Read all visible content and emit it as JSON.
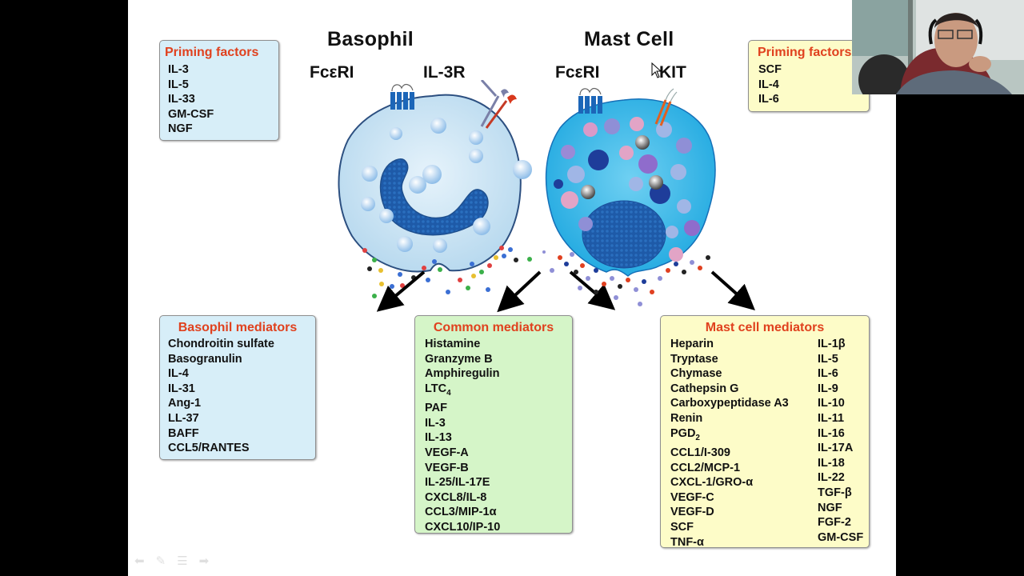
{
  "slide": {
    "basophil": {
      "title": "Basophil",
      "receptors": [
        "FcεRI",
        "IL-3R"
      ],
      "priming": {
        "title": "Priming factors",
        "items": [
          "IL-3",
          "IL-5",
          "IL-33",
          "GM-CSF",
          "NGF"
        ]
      },
      "mediators": {
        "title": "Basophil mediators",
        "items": [
          "Chondroitin sulfate",
          "Basogranulin",
          "IL-4",
          "IL-31",
          "Ang-1",
          "LL-37",
          "BAFF",
          "CCL5/RANTES"
        ]
      }
    },
    "mast_cell": {
      "title": "Mast Cell",
      "receptors": [
        "FcεRI",
        "KIT"
      ],
      "priming": {
        "title": "Priming factors",
        "items": [
          "SCF",
          "IL-4",
          "IL-6"
        ]
      },
      "mediators": {
        "title": "Mast cell mediators",
        "col1": [
          "Heparin",
          "Tryptase",
          "Chymase",
          "Cathepsin G",
          "Carboxypeptidase A3",
          "Renin",
          "PGD2",
          "CCL1/I-309",
          "CCL2/MCP-1",
          "CXCL-1/GRO-α",
          "VEGF-C",
          "VEGF-D",
          "SCF",
          "TNF-α"
        ],
        "col2": [
          "IL-1β",
          "IL-5",
          "IL-6",
          "IL-9",
          "IL-10",
          "IL-11",
          "IL-16",
          "IL-17A",
          "IL-18",
          "IL-22",
          "TGF-β",
          "NGF",
          "FGF-2",
          "GM-CSF"
        ]
      }
    },
    "common": {
      "title": "Common mediators",
      "items": [
        "Histamine",
        "Granzyme B",
        "Amphiregulin",
        "LTC4",
        "PAF",
        "IL-3",
        "IL-13",
        "VEGF-A",
        "VEGF-B",
        "IL-25/IL-17E",
        "CXCL8/IL-8",
        "CCL3/MIP-1α",
        "CXCL10/IP-10"
      ]
    }
  },
  "nav_icons": [
    "back-arrow-icon",
    "pen-icon",
    "menu-icon",
    "forward-arrow-icon"
  ],
  "colors": {
    "box_title": "#e0411e",
    "blue_box": "#d7eef8",
    "yellow_box": "#fdfcc8",
    "green_box": "#d5f5c8"
  }
}
